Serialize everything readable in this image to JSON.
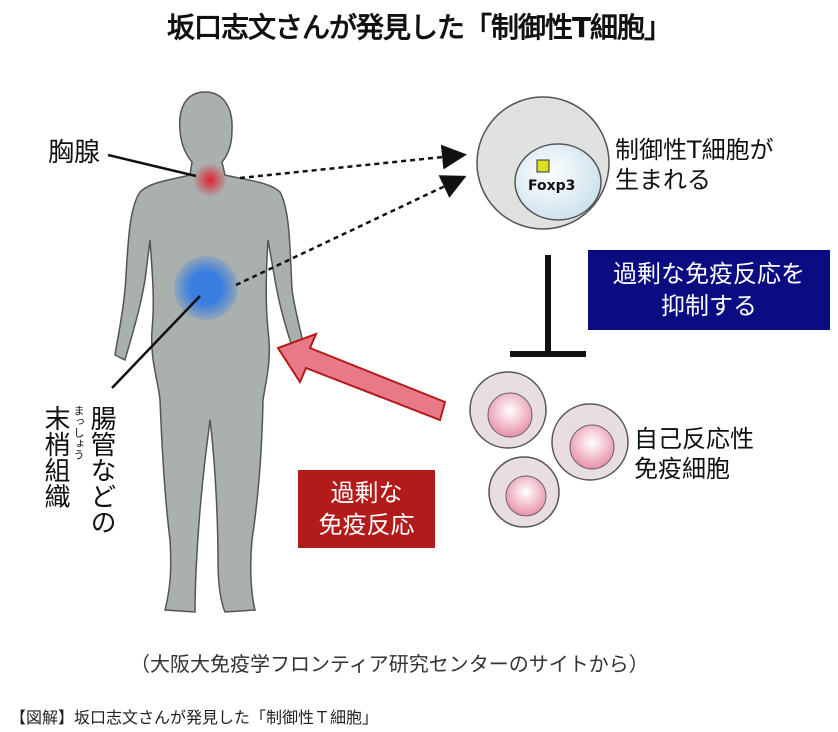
{
  "title": "坂口志文さんが発見した「制御性T細胞」",
  "labels": {
    "thymus": "胸腺",
    "peripheral_1": "腸管などの",
    "peripheral_2": "末梢組織",
    "peripheral_ruby": "まっしょう",
    "treg_line1": "制御性T細胞が",
    "treg_line2": "生まれる",
    "foxp3": "Foxp3",
    "suppress_line1": "過剰な免疫反応を",
    "suppress_line2": "抑制する",
    "autoreactive_line1": "自己反応性",
    "autoreactive_line2": "免疫細胞",
    "excess_line1": "過剰な",
    "excess_line2": "免疫反応"
  },
  "source": "（大阪大免疫学フロンティア研究センターのサイトから）",
  "caption": "【図解】坂口志文さんが発見した「制御性Ｔ細胞」",
  "colors": {
    "suppress_box": "#0c0c82",
    "excess_box": "#b31b1b",
    "body": "#a9b0ae",
    "thymus": "#d0202a",
    "gut": "#3a7ee0"
  }
}
